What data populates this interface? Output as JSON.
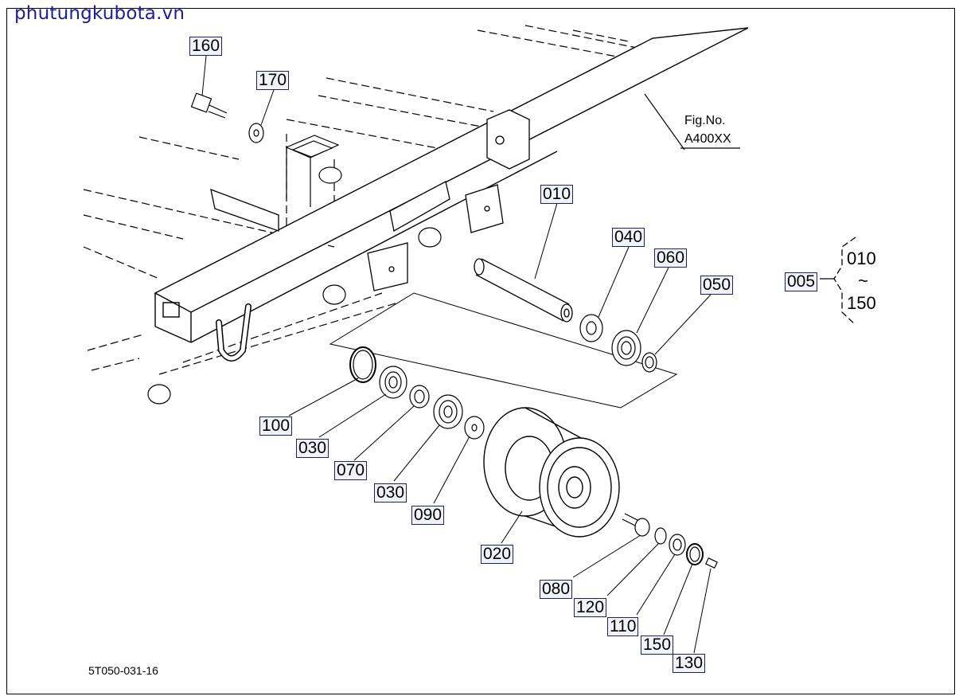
{
  "watermark": "phutungkubota.vn",
  "drawing_code": "5T050-031-16",
  "figure_ref": {
    "line1": "Fig.No.",
    "line2": "A400XX"
  },
  "range_bracket": {
    "label": "005",
    "from": "010",
    "symbol": "~",
    "to": "150"
  },
  "callouts": {
    "p160": "160",
    "p170": "170",
    "p010": "010",
    "p040": "040",
    "p060": "060",
    "p050": "050",
    "p100": "100",
    "p030a": "030",
    "p070": "070",
    "p030b": "030",
    "p090": "090",
    "p020": "020",
    "p080": "080",
    "p120": "120",
    "p110": "110",
    "p150": "150",
    "p130": "130"
  }
}
